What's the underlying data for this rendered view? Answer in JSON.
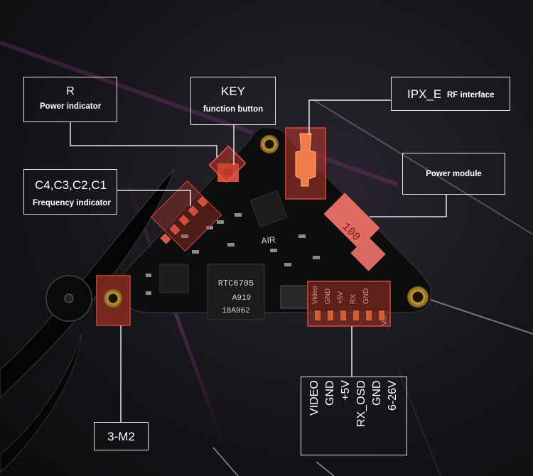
{
  "callouts": {
    "r": {
      "title": "R",
      "subtitle": "Power indicator"
    },
    "key": {
      "title": "KEY",
      "subtitle": "function button"
    },
    "ipx": {
      "title": "IPX_E",
      "subtitle": "RF interface"
    },
    "power_module": {
      "subtitle": "Power module"
    },
    "frequency": {
      "title": "C4,C3,C2,C1",
      "subtitle": "Frequency indicator"
    },
    "mount": {
      "title": "3-M2"
    },
    "pins": {
      "labels": [
        "VIDEO",
        "GND",
        "+5V",
        "RX_OSD",
        "GND",
        "6-26V"
      ]
    }
  },
  "board": {
    "air_label": "AIR",
    "chip_label_1": "RTC6705",
    "chip_label_2": "A919",
    "chip_label_3": "18A962",
    "cap_label": "100",
    "silk_labels": [
      "Video",
      "GND",
      "+5V",
      "RX",
      "GND",
      "Vin"
    ]
  },
  "colors": {
    "highlight": "#c0392b",
    "line": "#e6e6e6",
    "board": "#0d0d0e"
  }
}
